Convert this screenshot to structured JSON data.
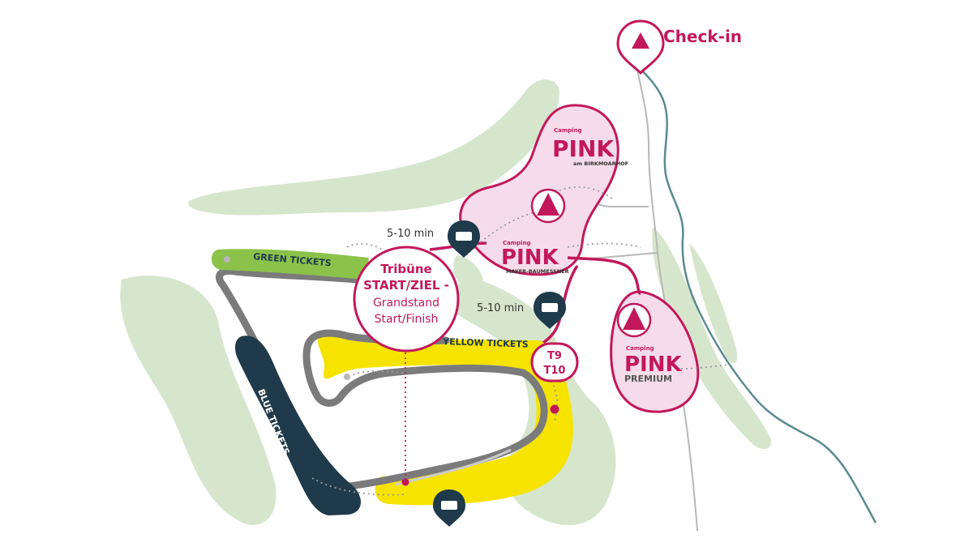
{
  "checkin": {
    "label": "Check-in"
  },
  "walk_times": {
    "upper": "5-10 min",
    "middle": "5-10 min"
  },
  "tickets": {
    "green": "GREEN TICKETS",
    "yellow": "YELLOW TICKETS",
    "blue": "BLUE TICKETS"
  },
  "grandstand": {
    "line1": "Tribüne",
    "line2": "START/ZIEL -",
    "line3": "Grandstand",
    "line4": "Start/Finish"
  },
  "turn_badge": {
    "line1": "T9",
    "line2": "T10"
  },
  "camps": {
    "birkmoarhof": {
      "small": "Camping",
      "big": "PINK",
      "sub": "am BIRKMOARHOF"
    },
    "mayer": {
      "small": "Camping",
      "big": "PINK",
      "sub": "MAYER-BAUMESSNER"
    },
    "premium": {
      "small": "Camping",
      "big": "PINK",
      "sub": "PREMIUM"
    }
  },
  "colors": {
    "brand_pink": "#c2185b",
    "camp_fill": "#f6dcea",
    "forest_green": "#cfe2c4",
    "green_tickets": "#8bc34a",
    "yellow_tickets": "#f6e300",
    "blue_tickets": "#1f3a4a",
    "track_grey": "#7b7b7b",
    "river": "#5a8a8f"
  },
  "icons": [
    "tent-icon",
    "ticket-icon",
    "location-pin-icon"
  ]
}
